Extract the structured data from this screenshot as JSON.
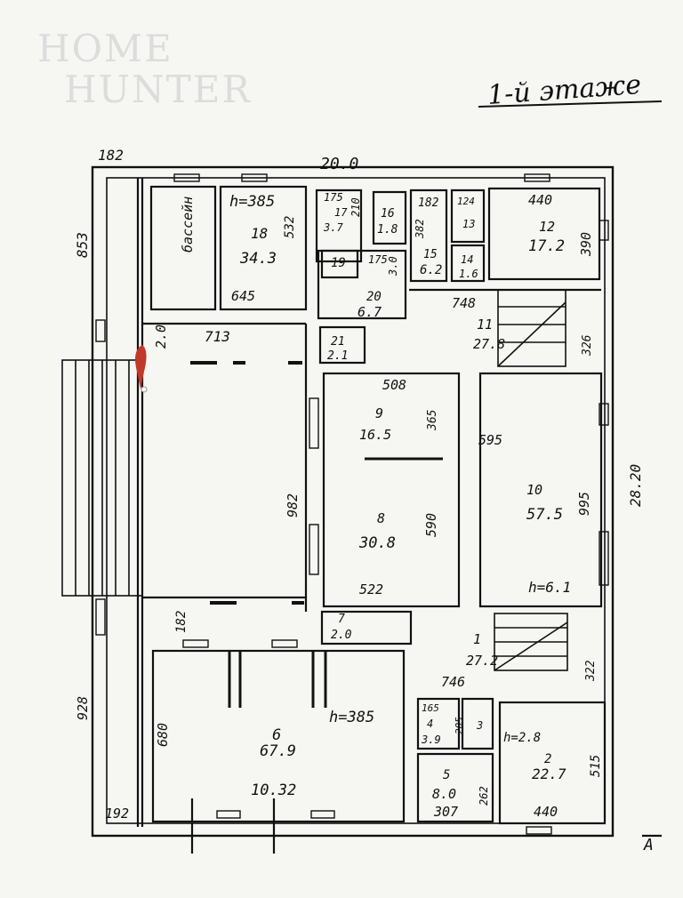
{
  "watermark": {
    "line1": "HOME",
    "line2": "HUNTER"
  },
  "title": "1-й этаже",
  "labels": [
    {
      "id": "d182top",
      "text": "182"
    },
    {
      "id": "d20",
      "text": "20.0"
    },
    {
      "id": "d853",
      "text": "853"
    },
    {
      "id": "basin",
      "text": "бассейн"
    },
    {
      "id": "h18",
      "text": "h=385"
    },
    {
      "id": "r18",
      "text": "18"
    },
    {
      "id": "a18",
      "text": "34.3"
    },
    {
      "id": "d532",
      "text": "532"
    },
    {
      "id": "d645",
      "text": "645"
    },
    {
      "id": "d175a",
      "text": "175"
    },
    {
      "id": "r17",
      "text": "17"
    },
    {
      "id": "a17",
      "text": "3.7"
    },
    {
      "id": "d210",
      "text": "210"
    },
    {
      "id": "r19",
      "text": "19"
    },
    {
      "id": "r16",
      "text": "16"
    },
    {
      "id": "a16",
      "text": "1.8"
    },
    {
      "id": "d175b",
      "text": "175"
    },
    {
      "id": "d30",
      "text": "3.0"
    },
    {
      "id": "r20",
      "text": "20"
    },
    {
      "id": "a20",
      "text": "6.7"
    },
    {
      "id": "d182b",
      "text": "182"
    },
    {
      "id": "d382",
      "text": "382"
    },
    {
      "id": "r15",
      "text": "15"
    },
    {
      "id": "a15",
      "text": "6.2"
    },
    {
      "id": "d124",
      "text": "124"
    },
    {
      "id": "r13",
      "text": "13"
    },
    {
      "id": "r14",
      "text": "14"
    },
    {
      "id": "a14",
      "text": "1.6"
    },
    {
      "id": "d440a",
      "text": "440"
    },
    {
      "id": "r12",
      "text": "12"
    },
    {
      "id": "a12",
      "text": "17.2"
    },
    {
      "id": "d390",
      "text": "390"
    },
    {
      "id": "d748",
      "text": "748"
    },
    {
      "id": "r11",
      "text": "11"
    },
    {
      "id": "a11",
      "text": "27.8"
    },
    {
      "id": "d326",
      "text": "326"
    },
    {
      "id": "d20b",
      "text": "2.0"
    },
    {
      "id": "d713",
      "text": "713"
    },
    {
      "id": "r21",
      "text": "21"
    },
    {
      "id": "a21",
      "text": "2.1"
    },
    {
      "id": "d508",
      "text": "508"
    },
    {
      "id": "r9",
      "text": "9"
    },
    {
      "id": "a9",
      "text": "16.5"
    },
    {
      "id": "d365",
      "text": "365"
    },
    {
      "id": "d595",
      "text": "595"
    },
    {
      "id": "d2820",
      "text": "28.20"
    },
    {
      "id": "d982",
      "text": "982"
    },
    {
      "id": "r8",
      "text": "8"
    },
    {
      "id": "a8",
      "text": "30.8"
    },
    {
      "id": "d590",
      "text": "590"
    },
    {
      "id": "r10",
      "text": "10"
    },
    {
      "id": "a10",
      "text": "57.5"
    },
    {
      "id": "d995",
      "text": "995"
    },
    {
      "id": "d522",
      "text": "522"
    },
    {
      "id": "h10",
      "text": "h=6.1"
    },
    {
      "id": "d182c",
      "text": "182"
    },
    {
      "id": "r7",
      "text": "7"
    },
    {
      "id": "a7",
      "text": "2.0"
    },
    {
      "id": "r1",
      "text": "1"
    },
    {
      "id": "a1",
      "text": "27.2"
    },
    {
      "id": "d746",
      "text": "746"
    },
    {
      "id": "d322",
      "text": "322"
    },
    {
      "id": "d928",
      "text": "928"
    },
    {
      "id": "d680",
      "text": "680"
    },
    {
      "id": "r6",
      "text": "6"
    },
    {
      "id": "a6",
      "text": "67.9"
    },
    {
      "id": "h6",
      "text": "h=385"
    },
    {
      "id": "d1032",
      "text": "10.32"
    },
    {
      "id": "d165",
      "text": "165"
    },
    {
      "id": "r4",
      "text": "4"
    },
    {
      "id": "a4",
      "text": "3.9"
    },
    {
      "id": "d205",
      "text": "205"
    },
    {
      "id": "r3",
      "text": "3"
    },
    {
      "id": "h2",
      "text": "h=2.8"
    },
    {
      "id": "r2",
      "text": "2"
    },
    {
      "id": "a2",
      "text": "22.7"
    },
    {
      "id": "d515",
      "text": "515"
    },
    {
      "id": "r5",
      "text": "5"
    },
    {
      "id": "a5",
      "text": "8.0"
    },
    {
      "id": "d262",
      "text": "262"
    },
    {
      "id": "d307",
      "text": "307"
    },
    {
      "id": "d440b",
      "text": "440"
    },
    {
      "id": "d192",
      "text": "192"
    },
    {
      "id": "markA",
      "text": "A"
    }
  ]
}
